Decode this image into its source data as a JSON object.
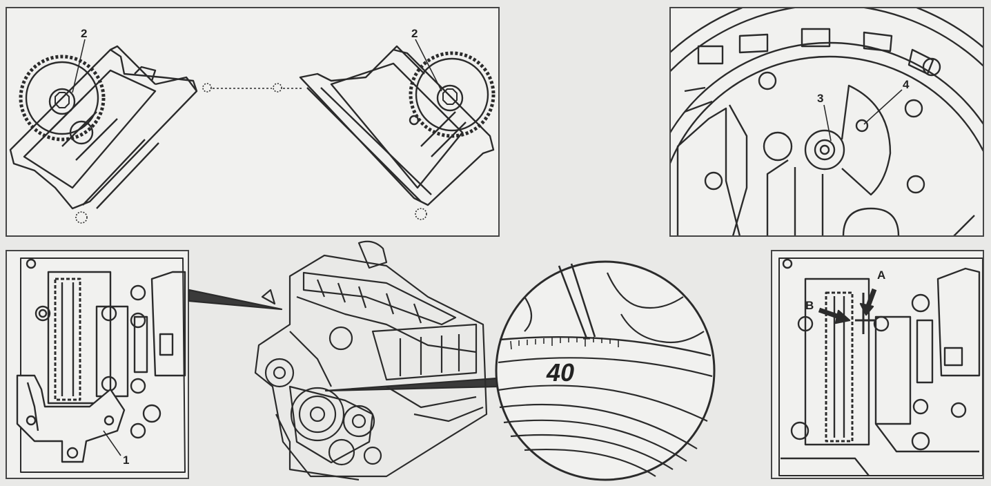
{
  "figure": {
    "panels": [
      {
        "id": "top-left",
        "callouts": [
          "2",
          "2"
        ]
      },
      {
        "id": "top-right",
        "callouts": [
          "3",
          "4"
        ]
      },
      {
        "id": "bottom-left",
        "callouts": [
          "1"
        ]
      },
      {
        "id": "bottom-right",
        "callouts": [
          "A",
          "B"
        ]
      }
    ],
    "magnifier": {
      "scale_value": "40"
    },
    "colors": {
      "line": "#2b2b2b",
      "paper": "#f1f1ef",
      "background": "#e9e9e7"
    }
  }
}
